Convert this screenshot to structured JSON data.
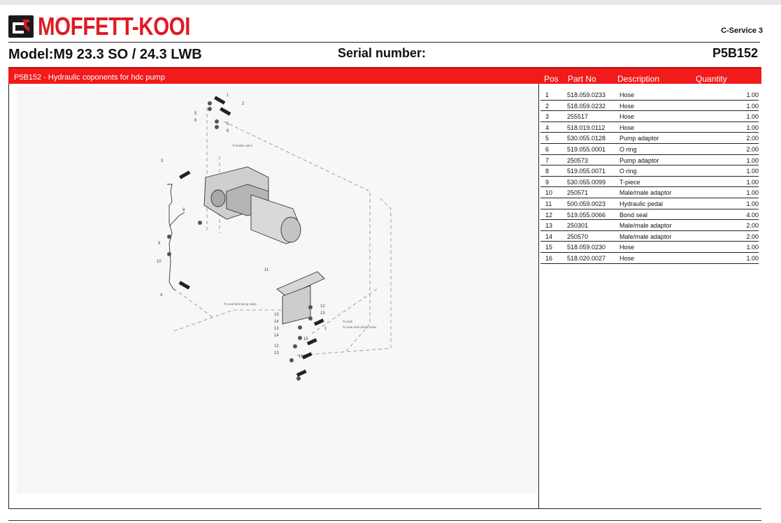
{
  "header": {
    "brand": "MOFFETT-KOOI",
    "doc_code": "C-Service 3",
    "model": "Model:M9 23.3 SO / 24.3 LWB",
    "serial_label": "Serial number:",
    "part_code": "P5B152"
  },
  "section": {
    "title": "P5B152 - Hydraulic coponents for hdc pump",
    "columns": {
      "pos": "Pos",
      "part_no": "Part No",
      "description": "Description",
      "quantity": "Quantity"
    }
  },
  "drawing": {
    "callouts": [
      "1",
      "2",
      "3",
      "4",
      "5",
      "6",
      "5",
      "6",
      "8",
      "9",
      "10",
      "11",
      "12",
      "13",
      "14",
      "13",
      "14",
      "12",
      "13",
      "15",
      "16",
      "1"
    ],
    "notes": {
      "brake": "To brake valve",
      "seat_pump": "To seat belt dump valve",
      "tank": "To tank",
      "seat_tilt": "To seat tank dump valve"
    }
  },
  "parts": [
    {
      "pos": "1",
      "part_no": "518.059.0233",
      "description": "Hose",
      "quantity": "1.00"
    },
    {
      "pos": "2",
      "part_no": "518.059.0232",
      "description": "Hose",
      "quantity": "1.00"
    },
    {
      "pos": "3",
      "part_no": "255517",
      "description": "Hose",
      "quantity": "1.00"
    },
    {
      "pos": "4",
      "part_no": "518.019.0112",
      "description": "Hose",
      "quantity": "1.00"
    },
    {
      "pos": "5",
      "part_no": "530.055.0128",
      "description": "Pump adaptor",
      "quantity": "2.00"
    },
    {
      "pos": "6",
      "part_no": "519.055.0001",
      "description": "O ring",
      "quantity": "2.00"
    },
    {
      "pos": "7",
      "part_no": "250573",
      "description": "Pump adaptor",
      "quantity": "1.00"
    },
    {
      "pos": "8",
      "part_no": "519.055.0071",
      "description": "O ring",
      "quantity": "1.00"
    },
    {
      "pos": "9",
      "part_no": "530.055.0099",
      "description": "T-piece",
      "quantity": "1.00"
    },
    {
      "pos": "10",
      "part_no": "250571",
      "description": "Male/male adaptor",
      "quantity": "1.00"
    },
    {
      "pos": "11",
      "part_no": "500.059.0023",
      "description": "Hydraulic pedal",
      "quantity": "1.00"
    },
    {
      "pos": "12",
      "part_no": "519.055.0066",
      "description": "Bond seal",
      "quantity": "4.00"
    },
    {
      "pos": "13",
      "part_no": "250301",
      "description": "Male/male adaptor",
      "quantity": "2.00"
    },
    {
      "pos": "14",
      "part_no": "250570",
      "description": "Male/male adaptor",
      "quantity": "2.00"
    },
    {
      "pos": "15",
      "part_no": "518.059.0230",
      "description": "Hose",
      "quantity": "1.00"
    },
    {
      "pos": "16",
      "part_no": "518.020.0027",
      "description": "Hose",
      "quantity": "1.00"
    }
  ],
  "colors": {
    "brand_red": "#e01a22",
    "header_bar": "#f21a1a",
    "rule": "#222222"
  }
}
